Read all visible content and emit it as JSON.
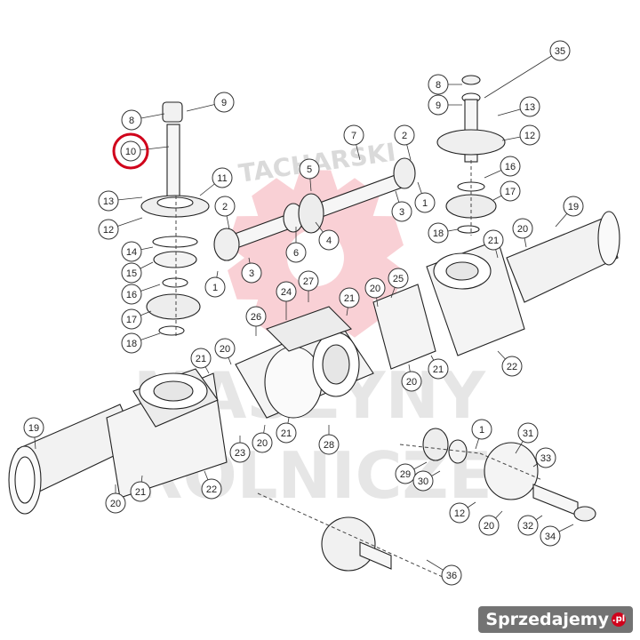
{
  "watermark": {
    "arc_text": "TACHARSKI",
    "line1": "MASZYNY",
    "line2": "ROLNICZE",
    "gear_color": "#e3001b"
  },
  "brand": {
    "name": "Sprzedajemy",
    "suffix": ".pl",
    "accent": "#d0021b"
  },
  "highlight": {
    "label": "10",
    "color": "#d0021b"
  },
  "callout_labels": [
    "1",
    "2",
    "3",
    "4",
    "5",
    "6",
    "7",
    "8",
    "9",
    "10",
    "11",
    "12",
    "13",
    "14",
    "15",
    "16",
    "17",
    "18",
    "19",
    "20",
    "21",
    "22",
    "23",
    "24",
    "25",
    "26",
    "27",
    "28",
    "29",
    "30",
    "31",
    "32",
    "33",
    "34",
    "35",
    "36"
  ]
}
